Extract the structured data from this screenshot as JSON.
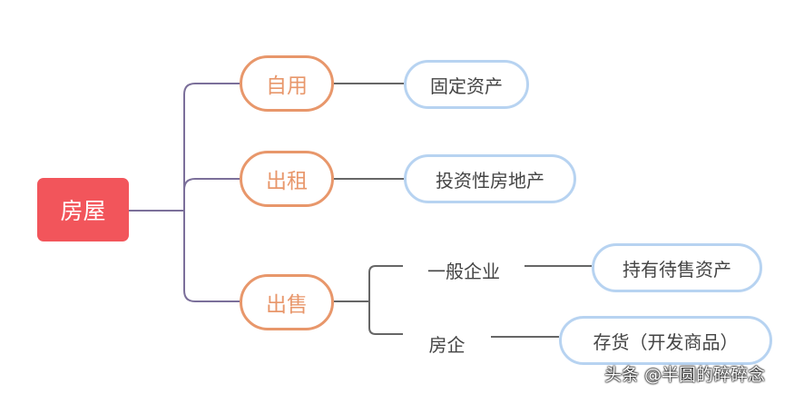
{
  "colors": {
    "root_fill": "#f2555b",
    "level1_border": "#e8976b",
    "leaf_border": "#b7d3f1",
    "connector": "#7b6f9a",
    "sub_connector": "#666666"
  },
  "root": {
    "label": "房屋"
  },
  "branches": [
    {
      "label": "自用",
      "leaf": "固定资产"
    },
    {
      "label": "出租",
      "leaf": "投资性房地产"
    },
    {
      "label": "出售",
      "sub": [
        {
          "label": "一般企业",
          "leaf": "持有待售资产"
        },
        {
          "label": "房企",
          "leaf": "存货（开发商品）"
        }
      ]
    }
  ],
  "watermark": "头条 @半圆的碎碎念"
}
